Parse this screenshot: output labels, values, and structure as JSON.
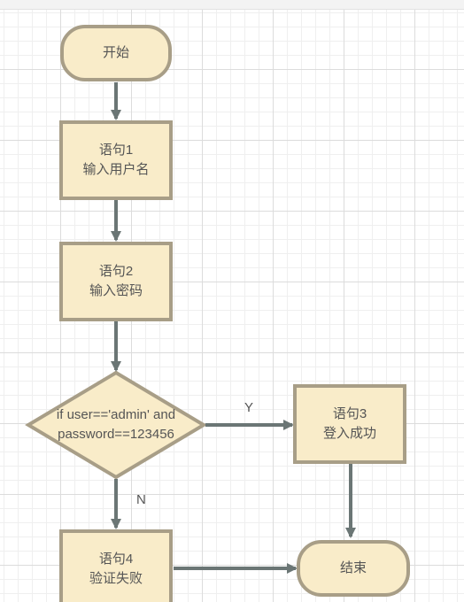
{
  "nodes": {
    "start": {
      "label": "开始"
    },
    "stmt1": {
      "line1": "语句1",
      "line2": "输入用户名"
    },
    "stmt2": {
      "line1": "语句2",
      "line2": "输入密码"
    },
    "decision": {
      "line1": "if user=='admin' and",
      "line2": "password==123456"
    },
    "stmt3": {
      "line1": "语句3",
      "line2": "登入成功"
    },
    "stmt4": {
      "line1": "语句4",
      "line2": "验证失败"
    },
    "end": {
      "label": "结束"
    }
  },
  "edges": {
    "yes_label": "Y",
    "no_label": "N"
  },
  "colors": {
    "node_fill": "#f9ecc9",
    "node_border": "#a89e87",
    "arrow": "#6b7675",
    "text": "#555555"
  }
}
